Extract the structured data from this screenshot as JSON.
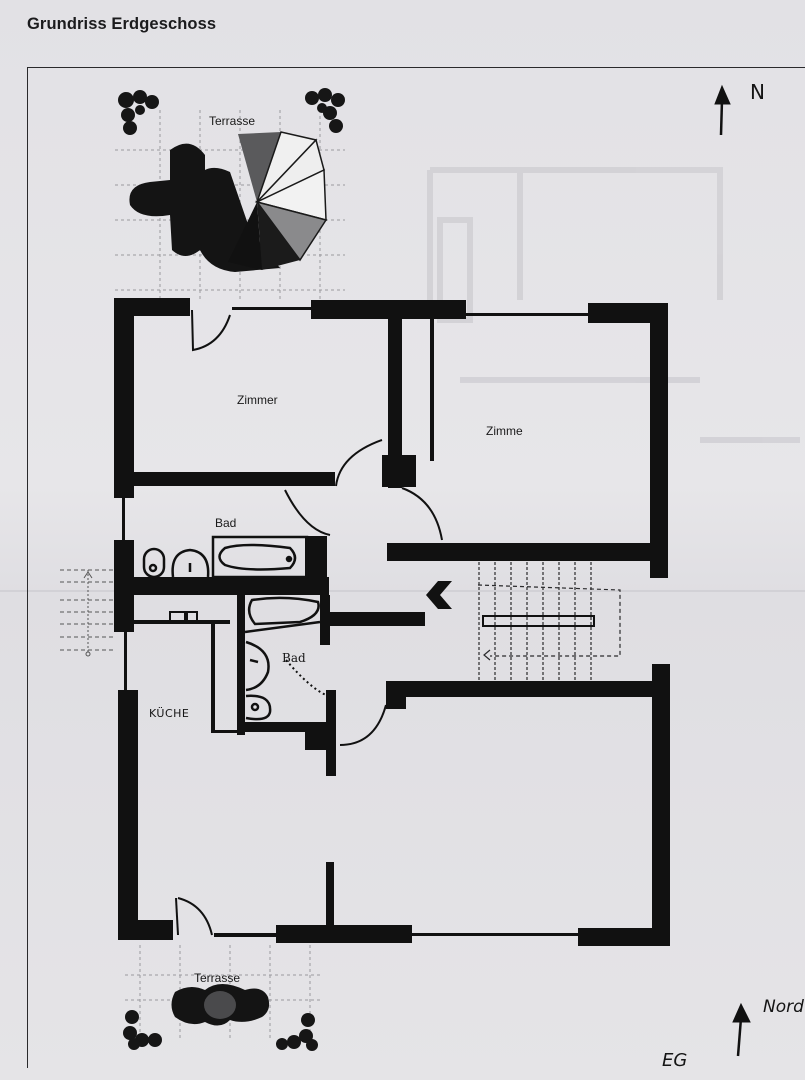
{
  "document": {
    "title": "Grundriss Erdgeschoss",
    "background_color": "#e4e3e6",
    "wall_color": "#111111"
  },
  "rooms": [
    {
      "id": "zimmer-1",
      "label": "Zimmer"
    },
    {
      "id": "zimmer-2",
      "label": "Zimme"
    },
    {
      "id": "bad-1",
      "label": "Bad"
    },
    {
      "id": "bad-2",
      "label": "Bad",
      "handwritten": true
    },
    {
      "id": "kueche",
      "label": "KÜCHE",
      "handwritten": true
    },
    {
      "id": "wohnraum",
      "label": ""
    }
  ],
  "outdoor": {
    "terrace_north": {
      "label": "Terrasse"
    },
    "terrace_south": {
      "label": "Terrasse"
    }
  },
  "annotations": {
    "north_top": {
      "icon": "north-arrow-icon",
      "text": "N"
    },
    "north_bottom": {
      "icon": "north-arrow-icon",
      "text": "Nord"
    },
    "floor_code": {
      "text": "EG"
    }
  },
  "symbols": {
    "entrance_arrow": "entrance-arrow-icon",
    "staircase": "staircase-icon",
    "exterior_steps": "exterior-steps-icon"
  }
}
